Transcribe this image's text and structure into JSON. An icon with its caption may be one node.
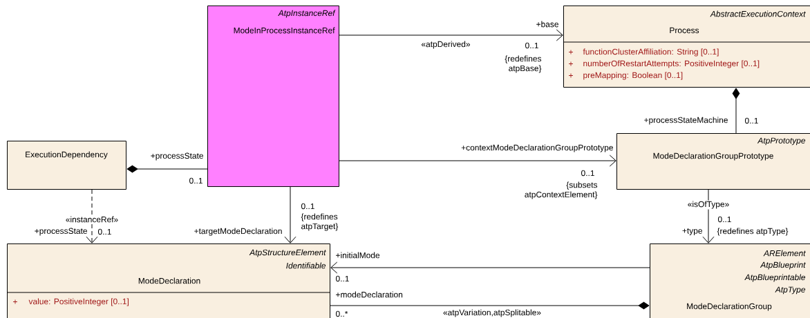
{
  "diagram": {
    "nodes": [
      {
        "text": [
          "AtpInstanceRef",
          "ModeInProcessInstanceRef"
        ]
      },
      {
        "text": [
          "AbstractExecutionContext",
          "Process",
          "+",
          "functionClusterAffiliation: String [0..1]",
          "+",
          "numberOfRestartAttempts: PositiveInteger [0..1]",
          "+",
          "preMapping: Boolean [0..1]"
        ]
      },
      {
        "text": [
          "ExecutionDependency"
        ]
      },
      {
        "text": [
          "AtpPrototype",
          "ModeDeclarationGroupPrototype"
        ]
      },
      {
        "text": [
          "AtpStructureElement",
          "Identifiable",
          "ModeDeclaration",
          "+",
          "value: PositiveInteger [0..1]"
        ]
      },
      {
        "text": [
          "ARElement",
          "AtpBlueprint",
          "AtpBlueprintable",
          "AtpType",
          "ModeDeclarationGroup"
        ]
      }
    ],
    "edges": [
      {
        "from": 0,
        "to": 1,
        "arrow": "to",
        "label": "«atpDerived»"
      },
      {
        "from": 1,
        "to": 3,
        "arrow": "other"
      },
      {
        "from": 0,
        "to": 3,
        "arrow": "to"
      },
      {
        "from": 2,
        "to": 0,
        "arrow": "other"
      },
      {
        "from": 2,
        "to": 4,
        "arrow": "to",
        "style": "dashed",
        "label": "«instanceRef»"
      },
      {
        "from": 0,
        "to": 4,
        "arrow": "to"
      },
      {
        "from": 5,
        "to": 4,
        "arrow": "to"
      },
      {
        "from": 5,
        "to": 4,
        "arrow": "other",
        "label": "«atpVariation,atpSplitable»"
      },
      {
        "from": 3,
        "to": 5,
        "arrow": "to",
        "label": "«isOfType»"
      }
    ],
    "labels": [
      "+base",
      "0..1",
      "{redefines atpBase}",
      "+processStateMachine",
      "0..1",
      "+processState",
      "+contextModeDeclarationGroupPrototype",
      "0..1",
      "0..1",
      "{subsets atpContextElement}",
      "0..1",
      "{redefines atpTarget}",
      "+processState",
      "0..1",
      "+targetModeDeclaration",
      "0..1",
      "+type",
      "{redefines atpType}",
      "+initialMode",
      "0..1",
      "+modeDeclaration",
      "0..*"
    ]
  }
}
